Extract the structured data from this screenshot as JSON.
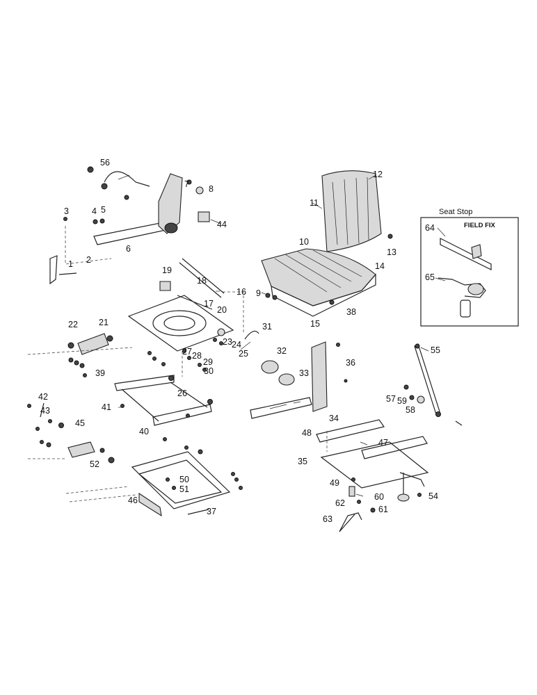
{
  "diagram": {
    "inset": {
      "title": "Seat Stop",
      "subtitle": "FIELD FIX"
    },
    "callouts": [
      "1",
      "2",
      "3",
      "4",
      "5",
      "6",
      "7",
      "8",
      "9",
      "10",
      "11",
      "12",
      "13",
      "14",
      "15",
      "16",
      "17",
      "18",
      "19",
      "20",
      "21",
      "22",
      "23",
      "24",
      "25",
      "26",
      "27",
      "28",
      "29",
      "30",
      "31",
      "32",
      "33",
      "34",
      "35",
      "36",
      "37",
      "38",
      "39",
      "40",
      "41",
      "42",
      "43",
      "44",
      "45",
      "46",
      "47",
      "48",
      "49",
      "50",
      "51",
      "52",
      "54",
      "55",
      "56",
      "57",
      "58",
      "59",
      "60",
      "61",
      "62",
      "63",
      "64",
      "65"
    ]
  }
}
